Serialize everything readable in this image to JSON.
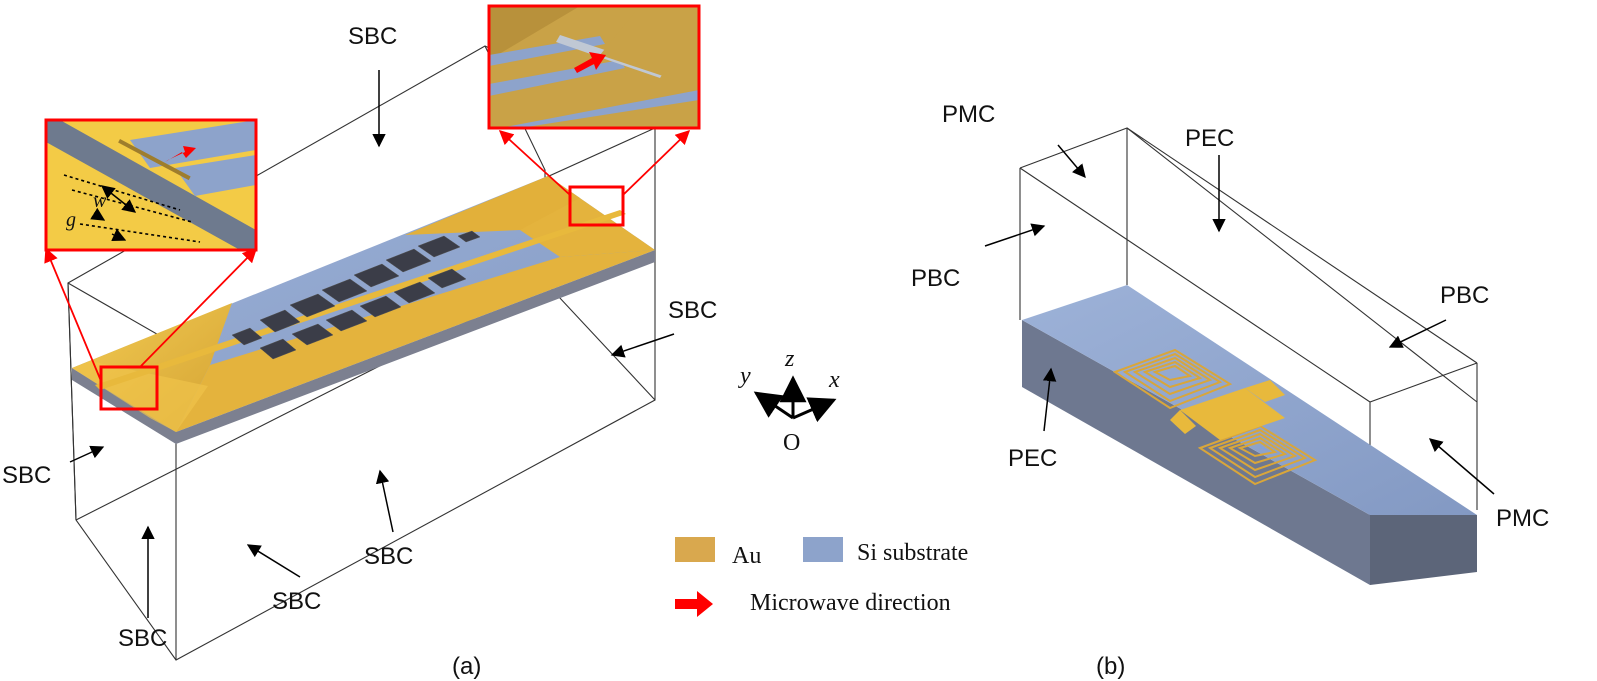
{
  "panel_a": {
    "caption": "(a)",
    "labels": {
      "top": "SBC",
      "right": "SBC",
      "left": "SBC",
      "bottom_front": "SBC",
      "bottom_mid": "SBC",
      "bottom_back": "SBC",
      "bottom_left": "SBC"
    },
    "inset_symbols": {
      "w": "w",
      "g": "g"
    },
    "axes": {
      "y": "y",
      "z": "z",
      "x": "x",
      "origin": "O"
    }
  },
  "legend": {
    "items": [
      {
        "label": "Au",
        "color": "#D9A84E"
      },
      {
        "label": "Si substrate",
        "color": "#8DA3CB"
      },
      {
        "label": "Microwave direction",
        "color": "#FF0000"
      }
    ]
  },
  "panel_b": {
    "caption": "(b)",
    "labels": {
      "pmc_top": "PMC",
      "pec_top": "PEC",
      "pbc_left": "PBC",
      "pbc_right": "PBC",
      "pec_bottom": "PEC",
      "pmc_right": "PMC"
    }
  },
  "colors": {
    "gold": "#E8B93C",
    "gold_dark": "#B8902F",
    "substrate": "#8DA3CB",
    "substrate_side": "#6E7890",
    "highlight": "#FF0000"
  }
}
